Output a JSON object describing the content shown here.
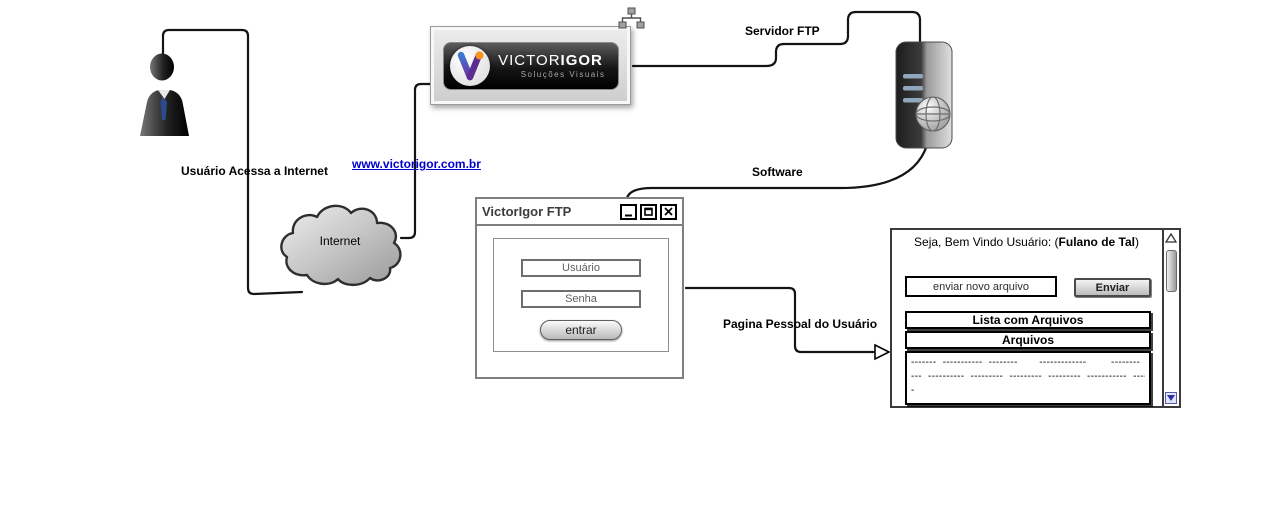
{
  "diagram": {
    "labels": {
      "user_access": "Usuário Acessa a Internet",
      "internet": "Internet",
      "website_url": "www.victorigor.com.br",
      "ftp_server": "Servidor FTP",
      "software": "Software",
      "personal_page": "Pagina Pessoal do Usuário"
    }
  },
  "logo": {
    "brand_part1": "VICTOR",
    "brand_part2": "IGOR",
    "tagline": "Soluções Visuais"
  },
  "ftp_window": {
    "title": "VictorIgor FTP",
    "username_placeholder": "Usuário",
    "password_placeholder": "Senha",
    "login_button_label": "entrar"
  },
  "user_page": {
    "welcome_prefix": "Seja, Bem Vindo Usuário: (",
    "welcome_name": "Fulano de Tal",
    "welcome_suffix": ")",
    "upload_placeholder": "enviar novo arquivo",
    "send_button_label": "Enviar",
    "list_header": "Lista com Arquivos",
    "files_header": "Arquivos",
    "file_rows": [
      "-------  -----------  --------       -------------        --------  ------",
      "---  ----------  ---------  ---------  ---------  -----------  ----",
      "-"
    ]
  },
  "colors": {
    "link_blue": "#0000cc",
    "line_black": "#141414",
    "accent_orange": "#f7931e",
    "accent_purple": "#5b2d91"
  }
}
